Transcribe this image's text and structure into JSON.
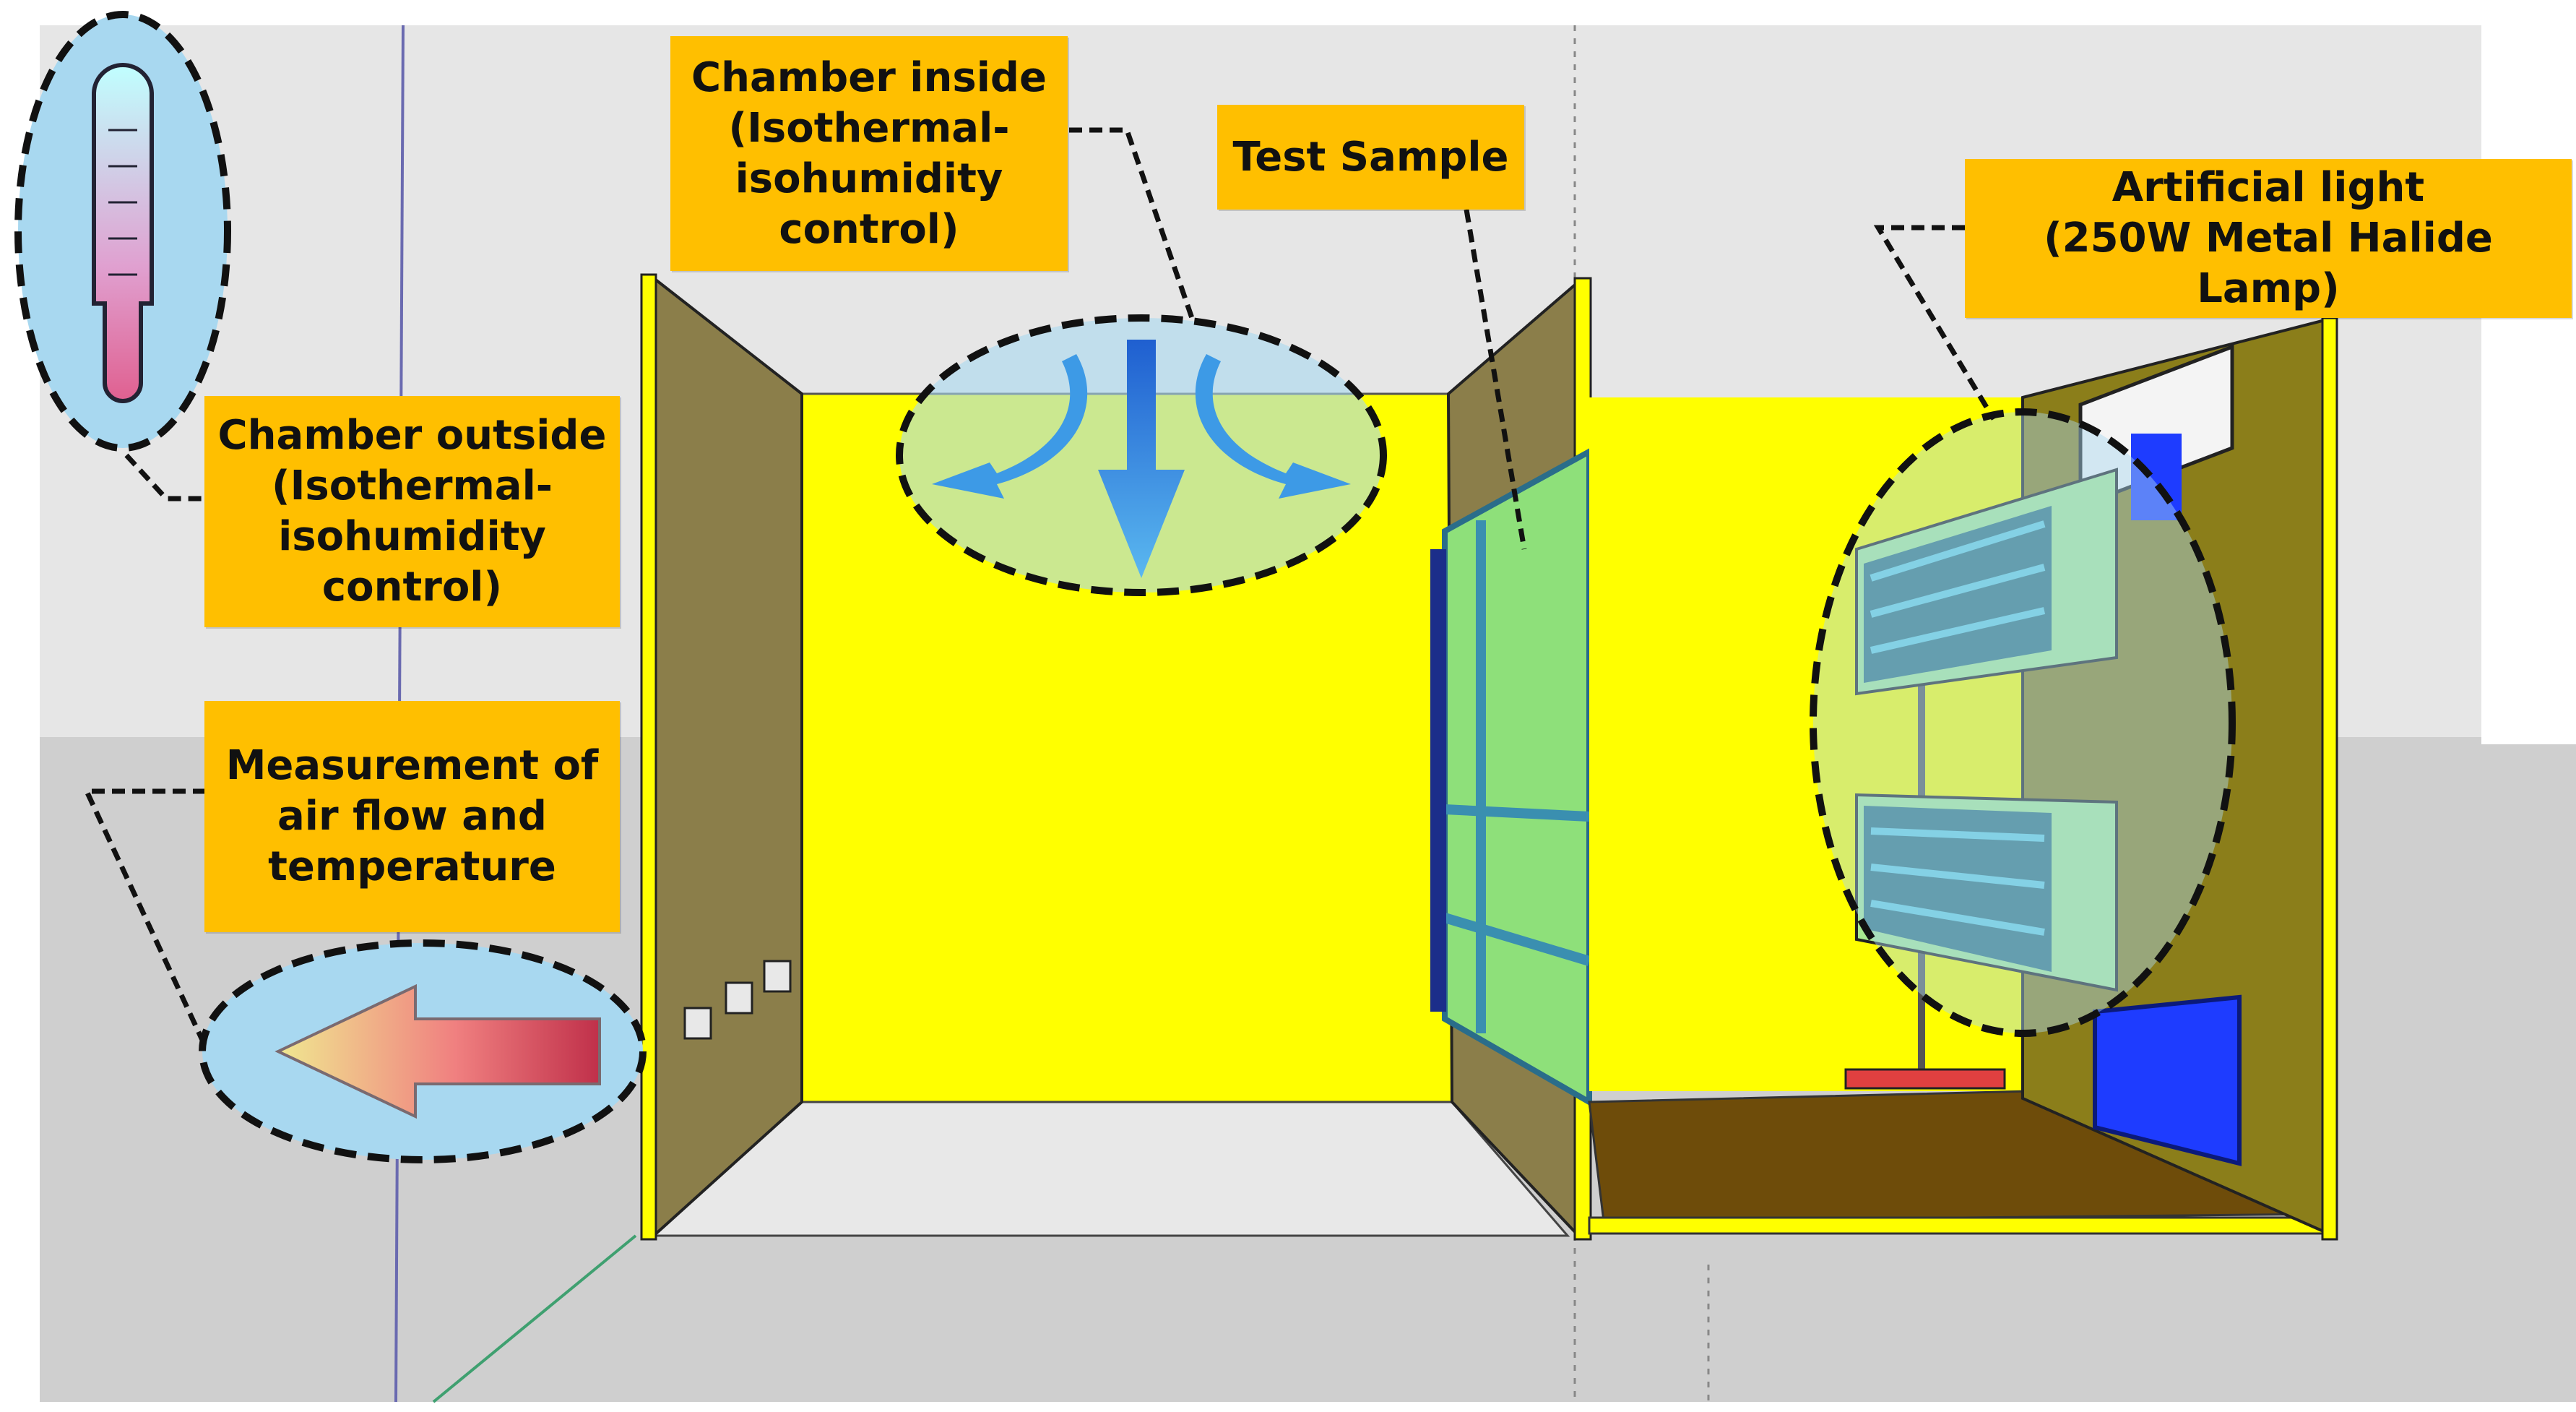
{
  "labels": {
    "chamber_inside": "Chamber inside\n(Isothermal-\nisohumidity\ncontrol)",
    "test_sample": "Test  Sample",
    "artificial_light": "Artificial  light\n(250W  Metal  Halide  Lamp)",
    "chamber_outside": "Chamber outside\n(Isothermal-\nisohumidity\ncontrol)",
    "measurement": "Measurement of\nair flow and\ntemperature"
  },
  "icons": {
    "thermometer": "thermometer-icon",
    "airflow_down": "airflow-down-icon",
    "airflow_left": "airflow-left-arrow-icon",
    "lamp": "metal-halide-lamp-icon"
  },
  "colors": {
    "chamber_wall": "#ffff00",
    "door": "#8b7e4a",
    "floor": "#6e4c0a",
    "label_bg": "#ffbf00",
    "callout_fill": "#a8d8f0",
    "sample": "#8ee07a"
  }
}
